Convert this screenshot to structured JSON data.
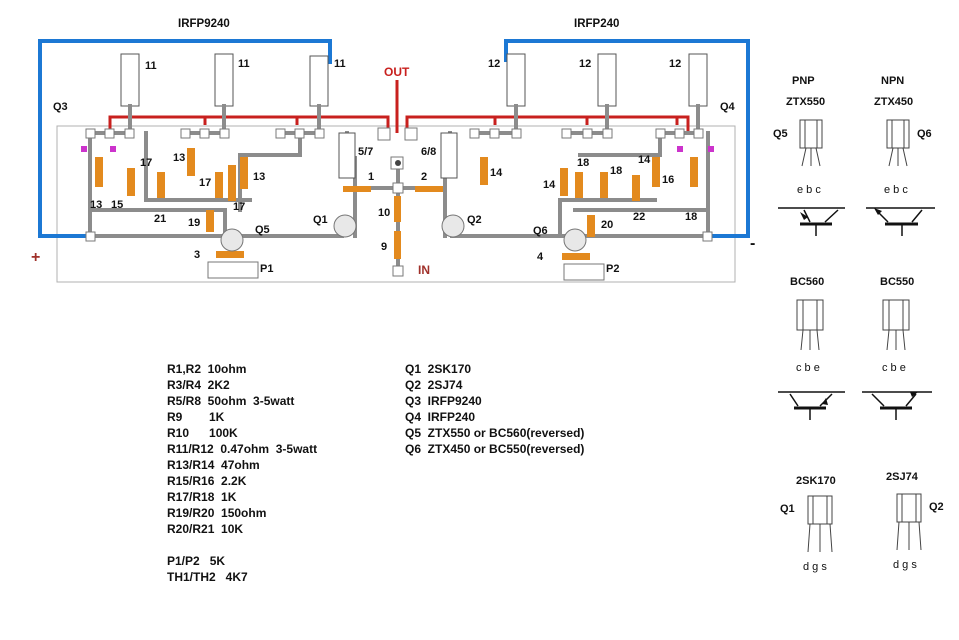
{
  "colors": {
    "track": "#8c8c8c",
    "supply": "#1c78d4",
    "output": "#c8201e",
    "component": "#e38a1e",
    "marker": "#cc33cc"
  },
  "pcb": {
    "label_pnp_fets": "IRFP9240",
    "label_npn_fets": "IRFP240",
    "out_label": "OUT",
    "in_label": "IN",
    "plus_sign": "+",
    "minus_sign": "-",
    "labels": {
      "r11a": "11",
      "r11b": "11",
      "r11c": "11",
      "r12a": "12",
      "r12b": "12",
      "r12c": "12",
      "q3": "Q3",
      "q4": "Q4",
      "r57": "5/7",
      "r68": "6/8",
      "r1": "1",
      "r2": "2",
      "r10": "10",
      "r9": "9",
      "q1": "Q1",
      "q2": "Q2",
      "q5": "Q5",
      "q6": "Q6",
      "r13a": "13",
      "r13b": "13",
      "r13c": "13",
      "r15": "15",
      "r17a": "17",
      "r17b": "17",
      "r17c": "17",
      "r21": "21",
      "r19": "19",
      "r3": "3",
      "p1": "P1",
      "r14a": "14",
      "r14b": "14",
      "r14c": "14",
      "r16": "16",
      "r18a": "18",
      "r18b": "18",
      "r18c": "18",
      "r22": "22",
      "r20": "20",
      "r4": "4",
      "p2": "P2"
    }
  },
  "parts_list": [
    "R1,R2  10ohm",
    "R3/R4  2K2",
    "R5/R8  50ohm  3-5watt",
    "R9        1K",
    "R10      100K",
    "R11/R12  0.47ohm  3-5watt",
    "R13/R14  47ohm",
    "R15/R16  2.2K",
    "R17/R18  1K",
    "R19/R20  150ohm",
    "R20/R21  10K",
    "",
    "P1/P2   5K",
    "TH1/TH2   4K7"
  ],
  "transistor_list": [
    "Q1  2SK170",
    "Q2  2SJ74",
    "Q3  IRFP9240",
    "Q4  IRFP240",
    "Q5  ZTX550 or BC560(reversed)",
    "Q6  ZTX450 or BC550(reversed)"
  ],
  "pinouts": {
    "pnp_title": "PNP",
    "pnp_part": "ZTX550",
    "pnp_q": "Q5",
    "pnp_pins": "e b c",
    "npn_title": "NPN",
    "npn_part": "ZTX450",
    "npn_q": "Q6",
    "npn_pins": "e b c",
    "bc560_title": "BC560",
    "bc560_pins": "c b e",
    "bc550_title": "BC550",
    "bc550_pins": "c b e",
    "q1_title": "2SK170",
    "q1_q": "Q1",
    "q1_pins": "d g s",
    "q2_title": "2SJ74",
    "q2_q": "Q2",
    "q2_pins": "d g s"
  }
}
